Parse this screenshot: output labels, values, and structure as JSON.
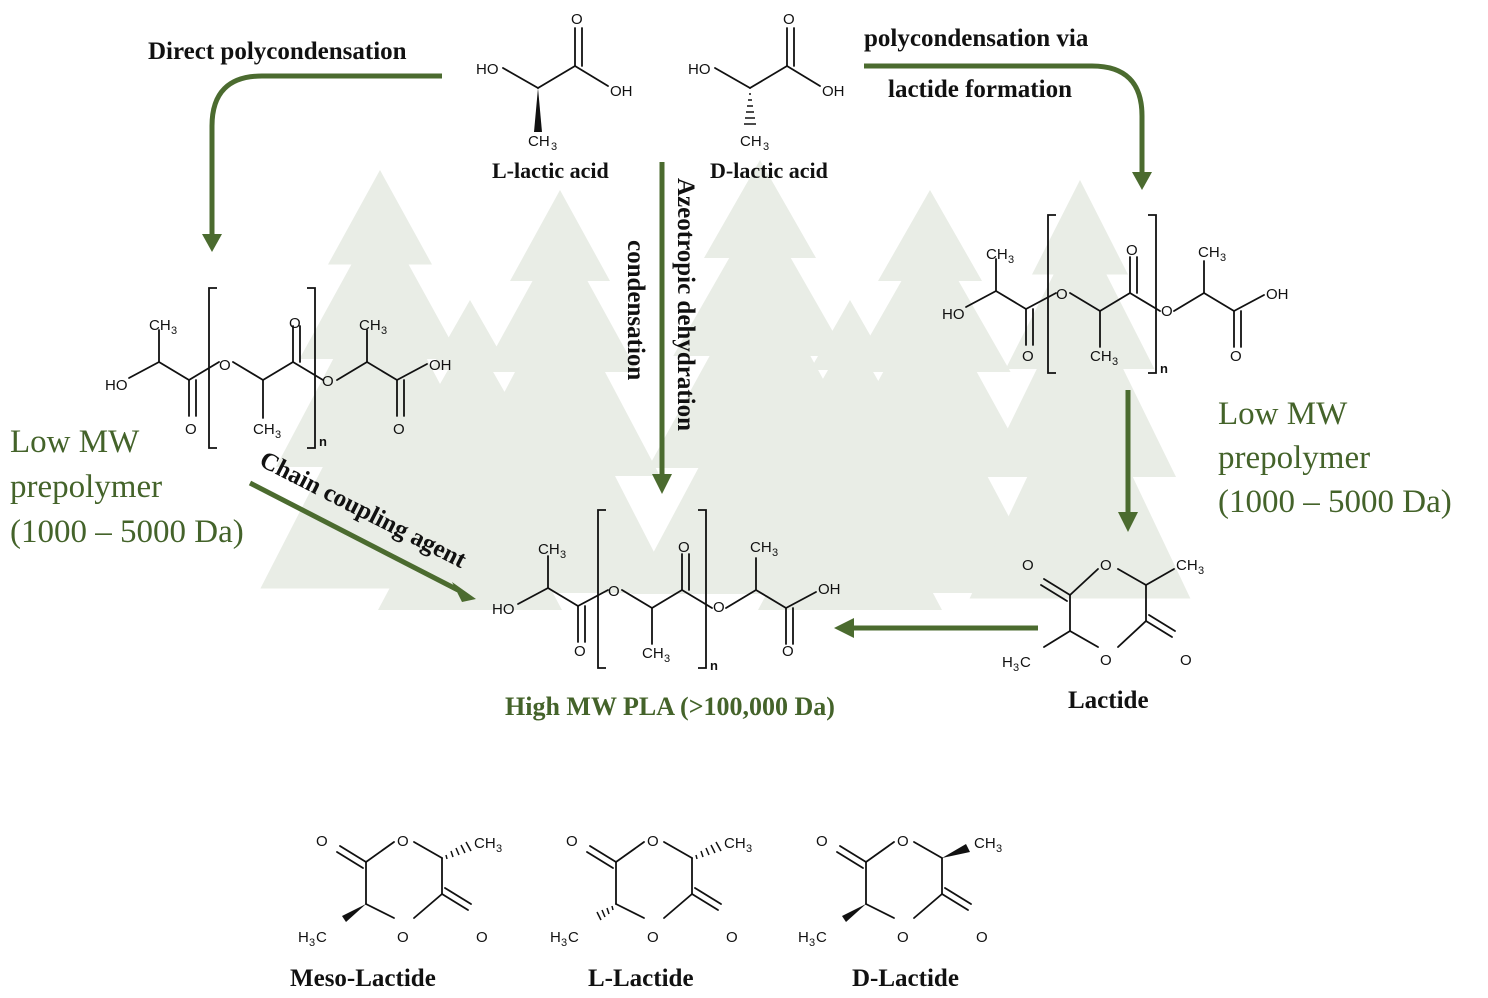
{
  "colors": {
    "arrow": "#4b6b2f",
    "green_text": "#44632a",
    "text": "#111111",
    "trees": "#e9ede6"
  },
  "labels": {
    "direct_polycondensation": "Direct polycondensation",
    "polycondensation_via_1": "polycondensation via",
    "polycondensation_via_2": "lactide formation",
    "azeotropic_1": "Azeotropic dehydration",
    "azeotropic_2": "condensation",
    "chain_coupling": "Chain coupling agent",
    "l_lactic_acid": "L-lactic acid",
    "d_lactic_acid": "D-lactic acid",
    "lactide": "Lactide",
    "high_mw_pla": "High MW PLA (>100,000 Da)",
    "meso_lactide": "Meso-Lactide",
    "l_lactide": "L-Lactide",
    "d_lactide": "D-Lactide"
  },
  "low_mw_left": {
    "line1": "Low MW",
    "line2": "prepolymer",
    "line3": "(1000 – 5000 Da)"
  },
  "low_mw_right": {
    "line1": "Low MW",
    "line2": "prepolymer",
    "line3": "(1000 – 5000 Da)"
  },
  "atoms": {
    "ho": "HO",
    "oh": "OH",
    "o": "O",
    "ch": "CH",
    "h": "H",
    "c": "C",
    "three": "3",
    "n": "n"
  },
  "background_icon": "spruce-forest-watermark"
}
